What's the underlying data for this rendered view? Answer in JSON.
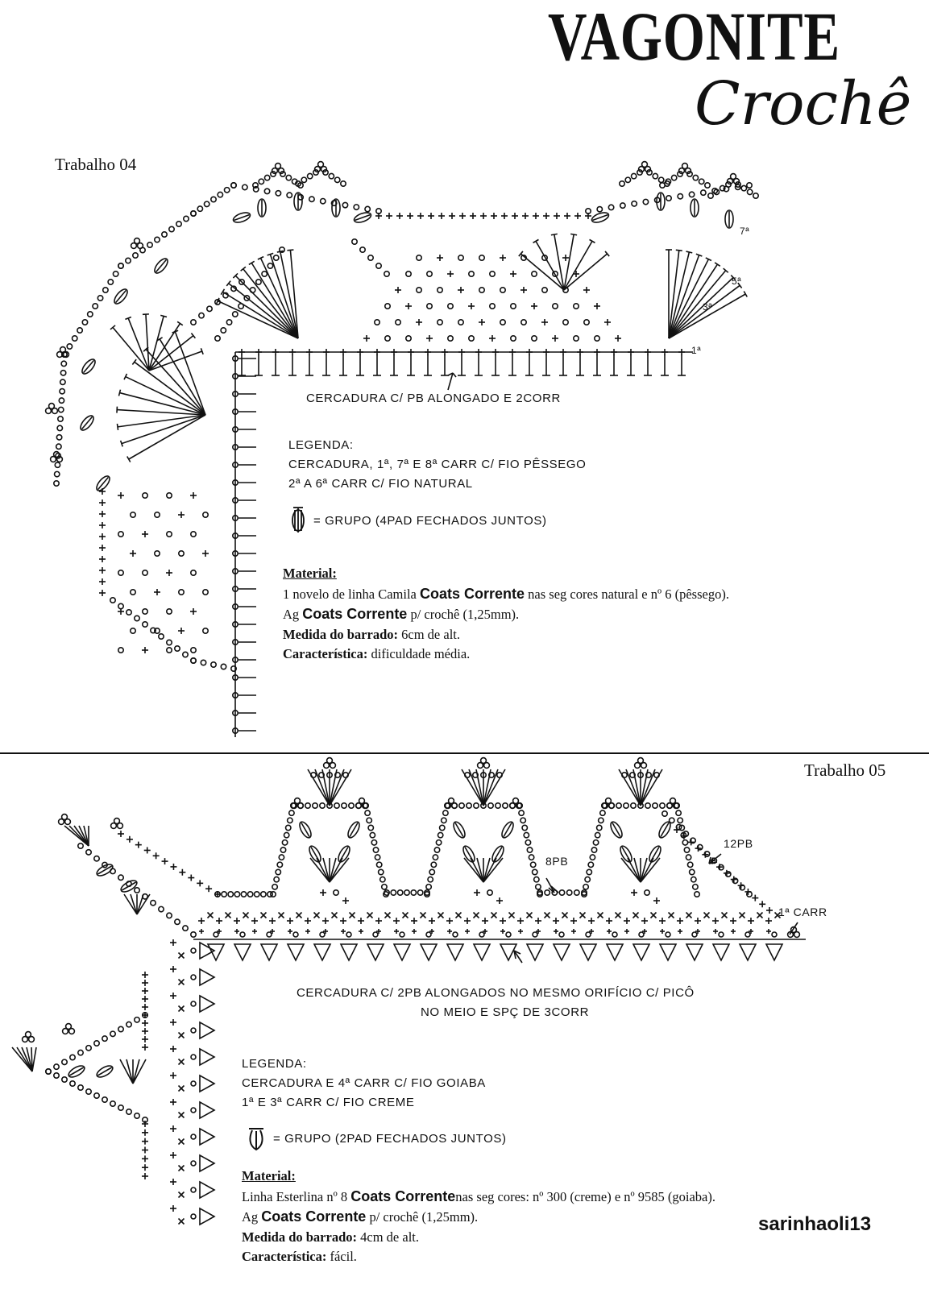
{
  "header": {
    "brand_title": "VAGONITE",
    "brand_subtitle": "Crochê"
  },
  "work04": {
    "title": "Trabalho 04",
    "row_labels": [
      "1ª",
      "3ª",
      "5ª",
      "7ª"
    ],
    "border_note": "CERCADURA C/ PB ALONGADO E 2CORR",
    "legend": {
      "heading": "LEGENDA:",
      "lines": [
        "CERCADURA, 1ª, 7ª E 8ª CARR C/ FIO PÊSSEGO",
        "2ª A 6ª CARR C/ FIO NATURAL"
      ],
      "symbol_text": "= GRUPO (4PAD FECHADOS JUNTOS)"
    },
    "material": {
      "heading": "Material:",
      "l1_pre": "1 novelo de linha Camila ",
      "brand": "Coats Corrente",
      "l1_post": " nas seg cores natural e nº 6 (pêssego).",
      "l2_pre": "Ag ",
      "l2_post": " p/ crochê (1,25mm).",
      "size_label": "Medida do barrado:",
      "size_value": " 6cm de alt.",
      "char_label": "Característica:",
      "char_value": " dificuldade média."
    }
  },
  "work05": {
    "title": "Trabalho 05",
    "label_8pb": "8PB",
    "label_12pb": "12PB",
    "label_row1": "1ª CARR",
    "border_note_1": "CERCADURA C/ 2PB ALONGADOS NO MESMO ORIFÍCIO C/ PICÔ",
    "border_note_2": "NO MEIO E SPÇ DE 3CORR",
    "legend": {
      "heading": "LEGENDA:",
      "lines": [
        "CERCADURA E 4ª CARR C/ FIO GOIABA",
        "1ª E 3ª CARR C/ FIO CREME"
      ],
      "symbol_text": "= GRUPO (2PAD FECHADOS JUNTOS)"
    },
    "material": {
      "heading": "Material:",
      "l1_pre": "Linha Esterlina nº 8 ",
      "brand": "Coats Corrente",
      "l1_post": "nas seg cores: nº 300 (creme) e nº 9585 (goiaba).",
      "l2_pre": "Ag ",
      "l2_post": " p/ crochê (1,25mm).",
      "size_label": "Medida do barrado:",
      "size_value": " 4cm de alt.",
      "char_label": "Característica:",
      "char_value": " fácil."
    }
  },
  "signature": "sarinhaoli13"
}
